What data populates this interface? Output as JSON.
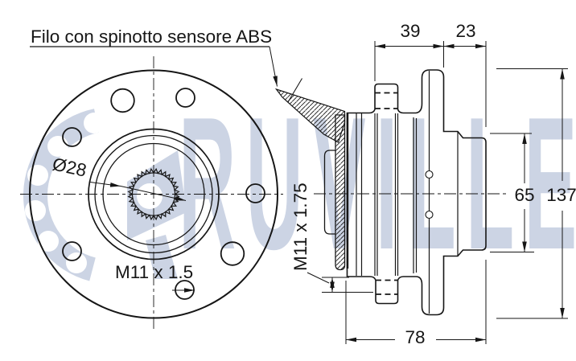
{
  "title": "Filo con spinotto sensore ABS",
  "watermark": {
    "brand": "RUVILLE"
  },
  "front_view": {
    "spline_diameter": "Ø28",
    "stud_thread": "M11 x 1.5"
  },
  "side_view": {
    "hub_bolt_thread": "M11 x 1.75"
  },
  "dimensions": {
    "flange_offset": "39",
    "pilot_length": "23",
    "pilot_diameter": "65",
    "flange_diameter": "137",
    "total_length": "78"
  },
  "colors": {
    "line": "#161616",
    "watermark": "#ccd4e4",
    "background": "#ffffff"
  }
}
